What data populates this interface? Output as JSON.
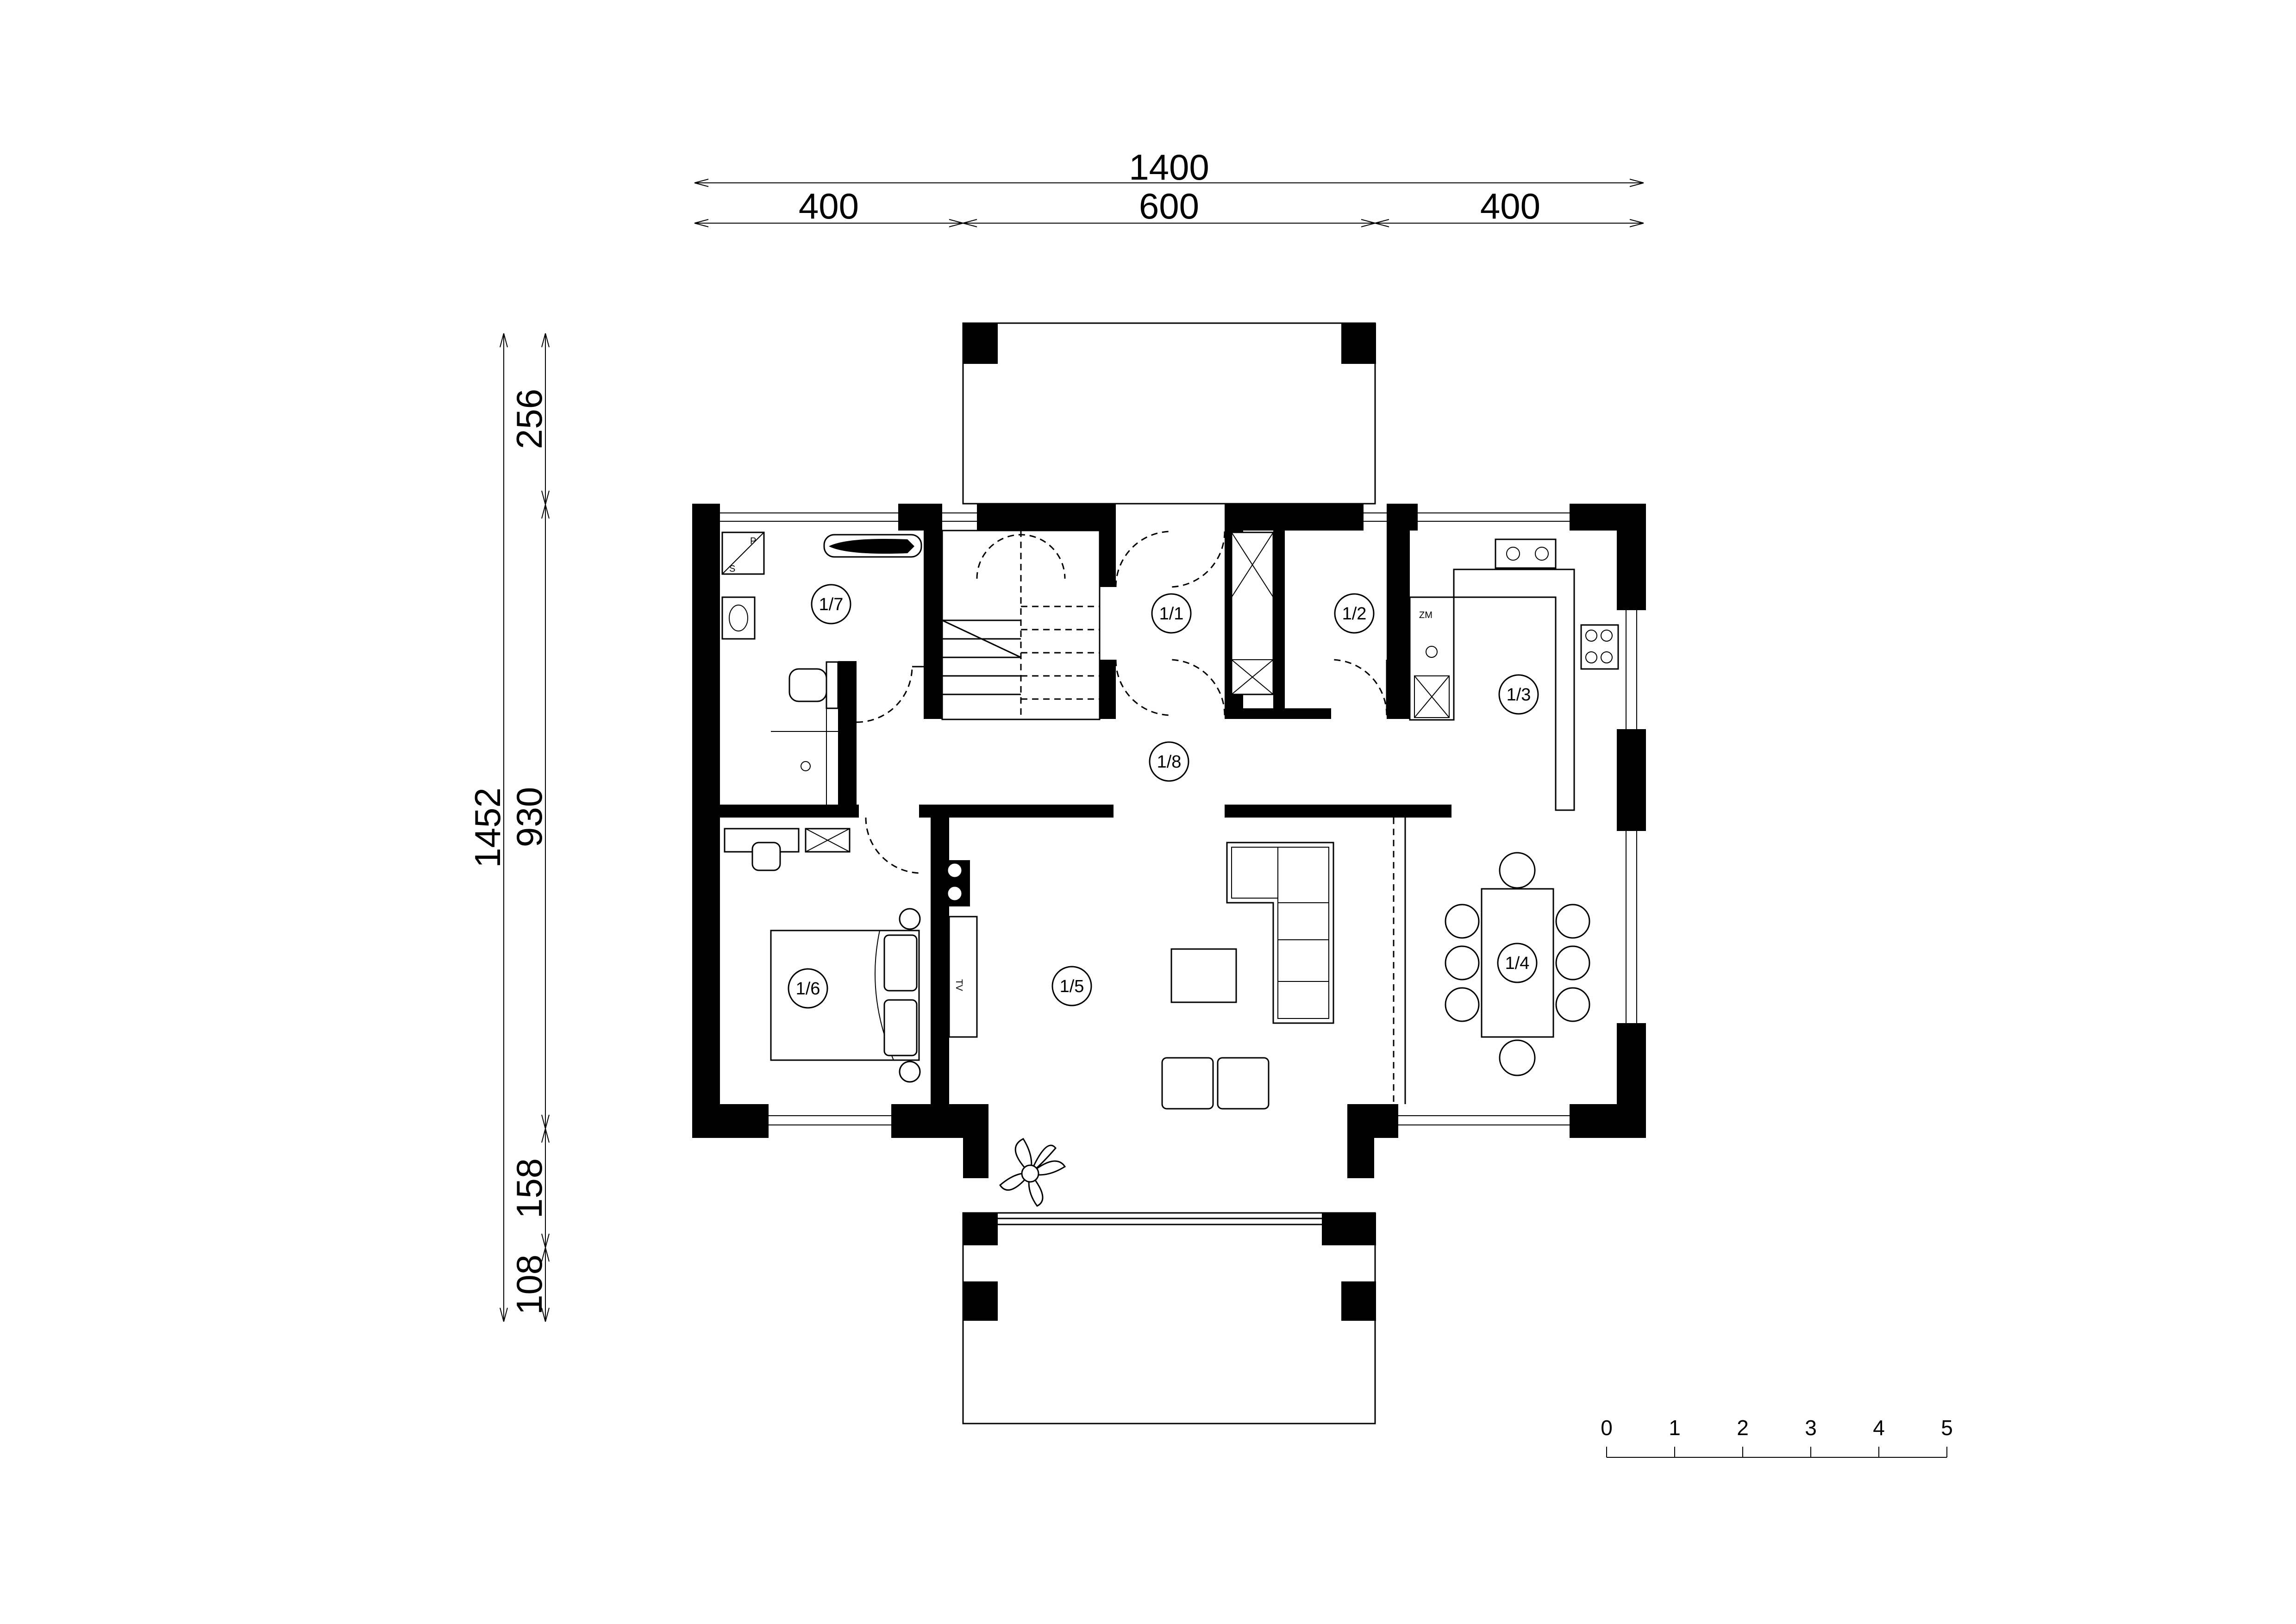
{
  "dimensions": {
    "top_total": "1400",
    "top_segments": [
      "400",
      "600",
      "400"
    ],
    "left_total": "1452",
    "left_segments": [
      "256",
      "930",
      "158",
      "108"
    ]
  },
  "rooms": [
    "1/1",
    "1/2",
    "1/3",
    "1/4",
    "1/5",
    "1/6",
    "1/7",
    "1/8"
  ],
  "fixture_labels": {
    "tv": "TV",
    "dishwasher": "ZM",
    "laundry_p": "P",
    "laundry_s": "S"
  },
  "scale_bar": {
    "ticks": [
      "0",
      "1",
      "2",
      "3",
      "4",
      "5"
    ]
  }
}
